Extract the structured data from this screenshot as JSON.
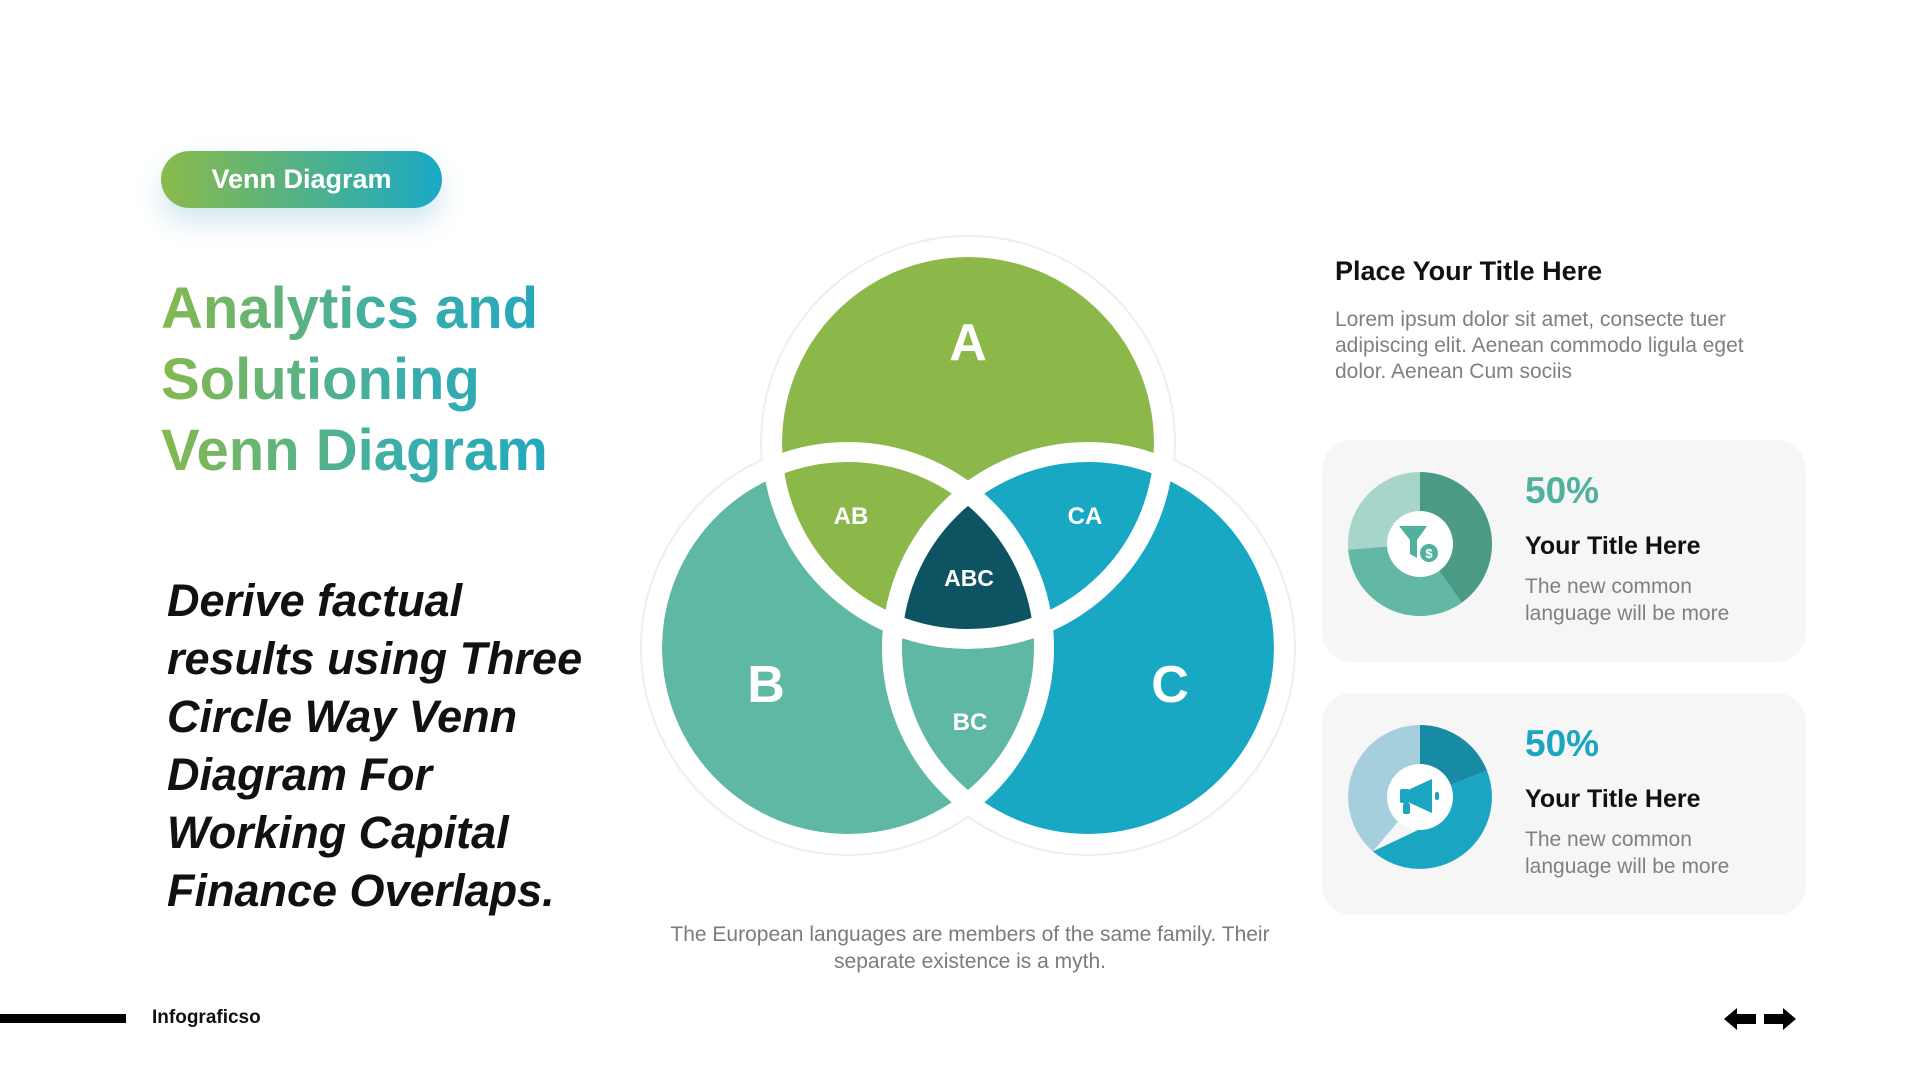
{
  "badge": {
    "label": "Venn Diagram"
  },
  "header": {
    "title_lines": [
      "Analytics and",
      "Solutioning",
      "Venn Diagram"
    ]
  },
  "tagline": {
    "lines": [
      "Derive factual",
      "results using Three",
      "Circle Way Venn",
      "Diagram For",
      "Working Capital",
      "Finance Overlaps."
    ]
  },
  "venn": {
    "labels": {
      "a": "A",
      "b": "B",
      "c": "C",
      "ab": "AB",
      "bc": "BC",
      "ca": "CA",
      "abc": "ABC"
    },
    "caption_lines": [
      "The European languages are members  of the same family. Their",
      "separate existence is a myth."
    ],
    "colors": {
      "a": "#8bb848",
      "b": "#5fb8a3",
      "c": "#18a8c4",
      "ab": "#8bb848",
      "bc": "#5fb8a3",
      "ca": "#18a8c4",
      "abc": "#0d5361"
    }
  },
  "side": {
    "title": "Place Your Title  Here",
    "desc_lines": [
      "Lorem ipsum dolor sit amet, consecte tuer",
      "adipiscing elit. Aenean commodo ligula eget",
      "dolor. Aenean Cum sociis"
    ]
  },
  "cards": [
    {
      "percent": "50%",
      "title": "Your Title Here",
      "desc_lines": [
        "The new common",
        "language will be more"
      ],
      "icon": "funnel-dollar-icon",
      "accent": "#4fb19e",
      "donut_colors": [
        "#4a9a86",
        "#62b8a4",
        "#a8d5c9"
      ]
    },
    {
      "percent": "50%",
      "title": "Your Title Here",
      "desc_lines": [
        "The new common",
        "language will be more"
      ],
      "icon": "megaphone-icon",
      "accent": "#1aa5c2",
      "donut_colors": [
        "#168ba3",
        "#1aa6c2",
        "#a6cfdd"
      ]
    }
  ],
  "footer": {
    "brand": "Infograficso"
  },
  "nav": {
    "prev_icon": "arrow-left-icon",
    "next_icon": "arrow-right-icon"
  }
}
